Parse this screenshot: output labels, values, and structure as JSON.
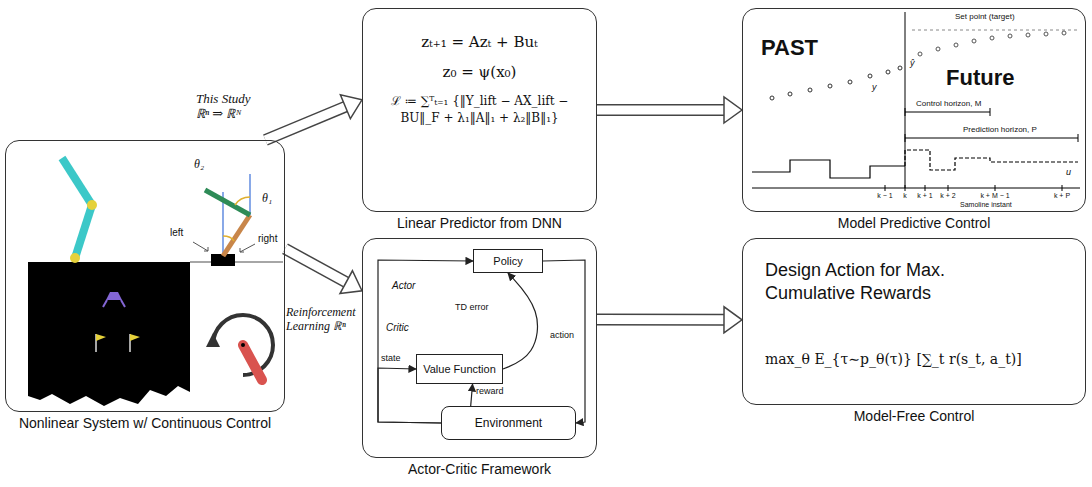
{
  "diagram": {
    "nodes": [
      {
        "text": [
          "Nonlinear System w/ Continuous Control"
        ]
      },
      {
        "text": [
          "zₜ₊₁ = Azₜ + Buₜ",
          "z₀ = ψ(x₀)",
          "ℒ ≔ ∑ᵀₜ₌₁ {‖Y_lift − AX_lift − BU‖_F + λ₁‖A‖₁ + λ₂‖B‖₁}",
          "Linear Predictor from DNN"
        ]
      },
      {
        "text": [
          "PAST",
          "Future",
          "Model Predictive Control"
        ]
      },
      {
        "text": [
          "Actor-Critic Framework"
        ]
      },
      {
        "text": [
          "Policy"
        ],
        "in": 3
      },
      {
        "text": [
          "Value Function"
        ],
        "in": 3
      },
      {
        "text": [
          "Environment"
        ],
        "in": 3
      },
      {
        "text": [
          "Design Action for Max. Cumulative Rewards",
          "max_θ E_{τ∼p_θ(τ)} [∑_t r(s_t, a_t)]",
          "Model-Free Control"
        ]
      }
    ],
    "edges": [
      {
        "from": 0,
        "to": 1,
        "label": "This Study ℝⁿ ⇒ ℝᴺ",
        "arrow": "to"
      },
      {
        "from": 0,
        "to": 3,
        "label": "Reinforcement Learning ℝⁿ",
        "arrow": "to"
      },
      {
        "from": 1,
        "to": 2,
        "arrow": "to"
      },
      {
        "from": 3,
        "to": 7,
        "arrow": "to"
      },
      {
        "from": 6,
        "to": 5,
        "label": "state",
        "arrow": "to"
      },
      {
        "from": 6,
        "to": 4,
        "arrow": "to"
      },
      {
        "from": 6,
        "to": 5,
        "label": "reward",
        "arrow": "to"
      },
      {
        "from": 5,
        "to": 4,
        "label": "TD error",
        "arrow": "to"
      },
      {
        "from": 4,
        "to": 6,
        "label": "action",
        "arrow": "to"
      }
    ],
    "labels": [
      "θ₂",
      "θ₁",
      "left",
      "right",
      "Set point (target)",
      "y",
      "ŷ",
      "Control horizon, M",
      "Prediction horizon, P",
      "u",
      "k − 1",
      "k",
      "k + 1",
      "k + 2",
      "k + M − 1",
      "k + P",
      "Samoline instant",
      "Actor",
      "Critic"
    ]
  }
}
